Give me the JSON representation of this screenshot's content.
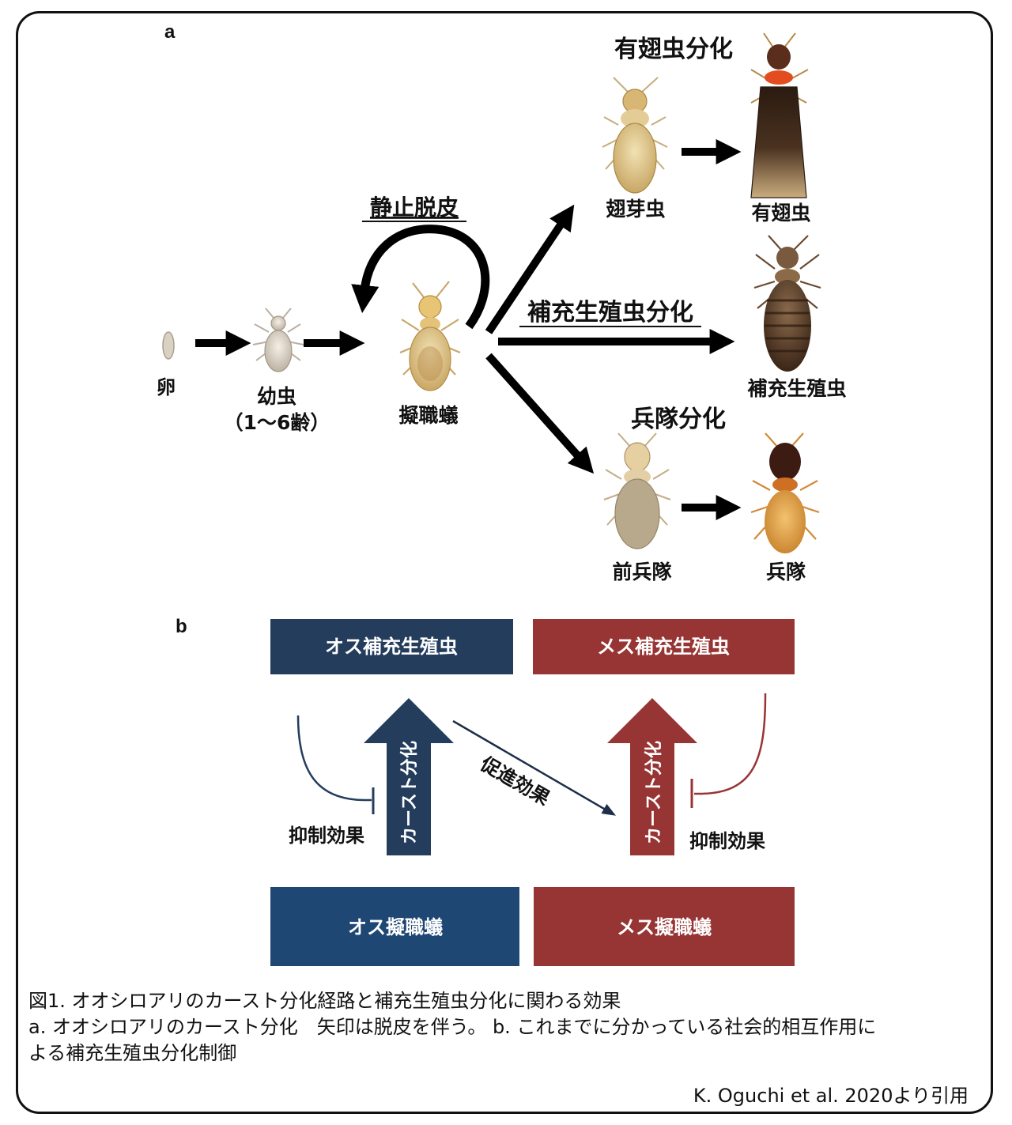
{
  "panel_a": {
    "label": "a",
    "stages": {
      "egg": "卵",
      "larva": "幼虫",
      "larva_instar": "（1〜6齢）",
      "pseudergate": "擬職蟻",
      "nymph": "翅芽虫",
      "alate": "有翅虫",
      "neotenic": "補充生殖虫",
      "presoldier": "前兵隊",
      "soldier": "兵隊"
    },
    "paths": {
      "stationary_molt": "静止脱皮",
      "alate_diff": "有翅虫分化",
      "neotenic_diff": "補充生殖虫分化",
      "soldier_diff": "兵隊分化"
    }
  },
  "panel_b": {
    "label": "b",
    "male_neotenic": "オス補充生殖虫",
    "female_neotenic": "メス補充生殖虫",
    "male_pseudergate": "オス擬職蟻",
    "female_pseudergate": "メス擬職蟻",
    "caste_diff": "カースト分化",
    "inhibition": "抑制効果",
    "promotion": "促進効果"
  },
  "colors": {
    "male_box": "#243d5c",
    "male_bottom": "#1f4774",
    "female": "#973534",
    "arrow": "#000000"
  },
  "caption": {
    "line1": "図1. オオシロアリのカースト分化経路と補充生殖虫分化に関わる効果",
    "line2": "a. オオシロアリのカースト分化　矢印は脱皮を伴う。 b. これまでに分かっている社会的相互作用に",
    "line3": "よる補充生殖虫分化制御",
    "citation": "K. Oguchi et al. 2020より引用"
  }
}
